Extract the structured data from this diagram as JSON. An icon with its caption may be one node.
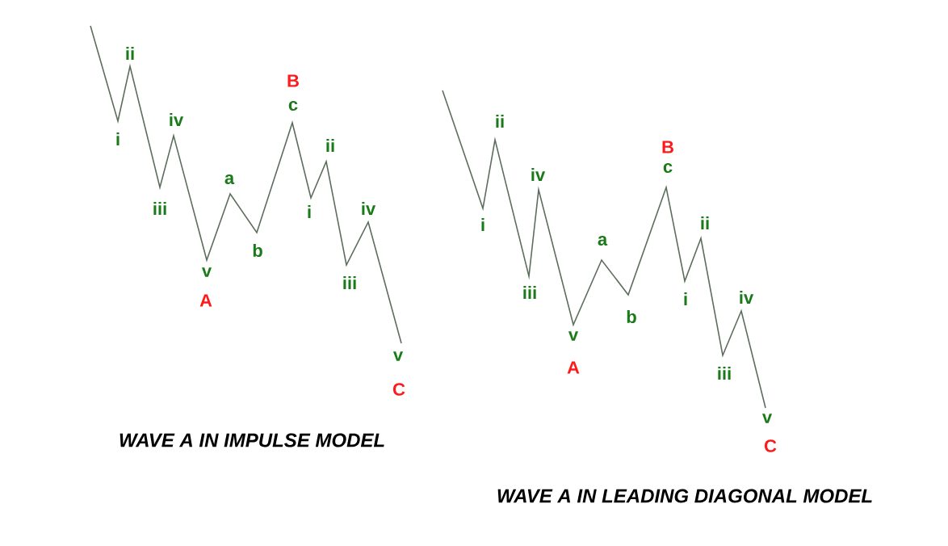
{
  "diagram": {
    "labels": [
      "ii",
      "i",
      "iv",
      "iii",
      "a",
      "v",
      "A",
      "b",
      "B",
      "c",
      "ii",
      "i",
      "iv",
      "iii",
      "v",
      "C",
      "WAVE A IN IMPULSE MODEL",
      "ii",
      "i",
      "iv",
      "iii",
      "a",
      "v",
      "A",
      "b",
      "B",
      "c",
      "ii",
      "i",
      "iv",
      "iii",
      "v",
      "C",
      "WAVE A IN LEADING DIAGONAL MODEL"
    ]
  }
}
